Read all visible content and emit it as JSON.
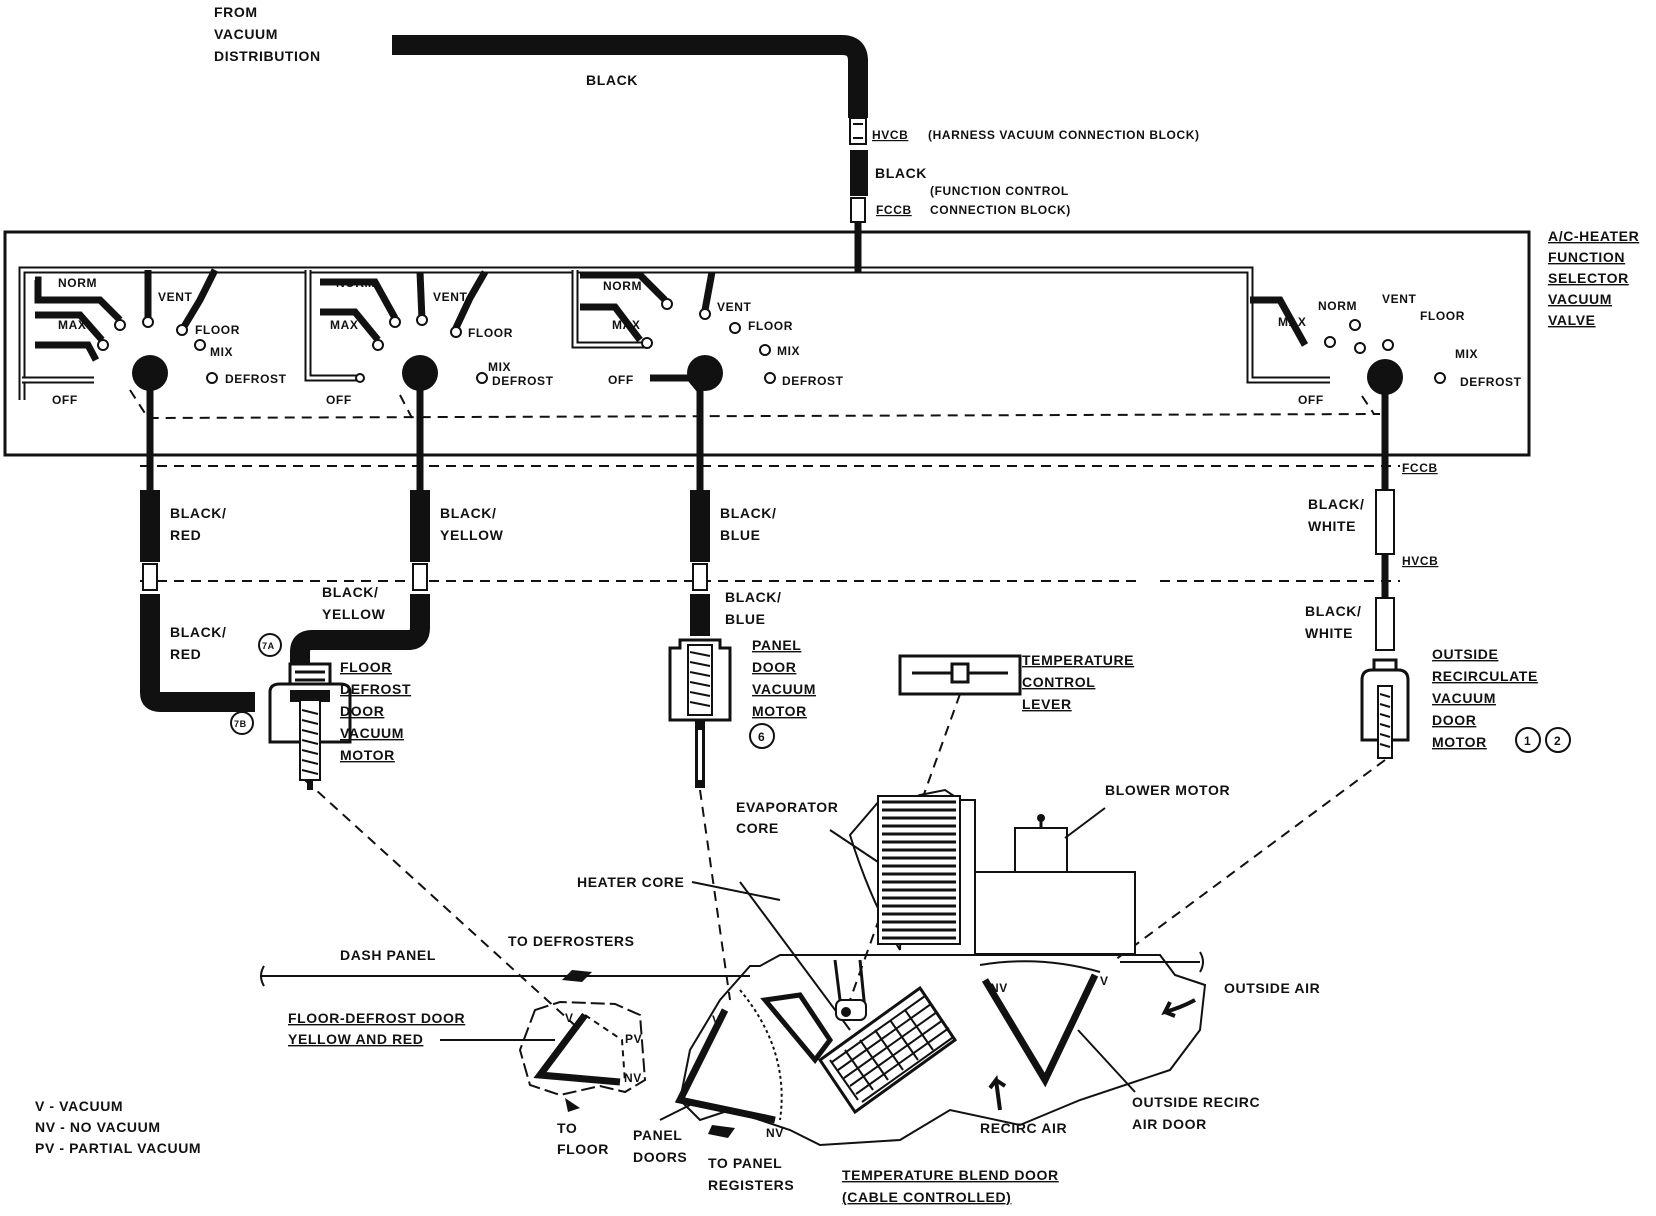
{
  "source": {
    "line1": "FROM",
    "line2": "VACUUM",
    "line3": "DISTRIBUTION"
  },
  "hoses": {
    "main": "BLACK",
    "hvcb_short": "HVCB",
    "hvcb_desc": "(HARNESS VACUUM CONNECTION BLOCK)",
    "black2": "BLACK",
    "fccb_desc1": "(FUNCTION CONTROL",
    "fccb_desc2": "CONNECTION BLOCK)",
    "fccb_short": "FCCB",
    "fccb_right": "FCCB",
    "hvcb_right": "HVCB",
    "red_upper": [
      "BLACK/",
      "RED"
    ],
    "red_lower": [
      "BLACK/",
      "RED"
    ],
    "yellow_upper": [
      "BLACK/",
      "YELLOW"
    ],
    "yellow_lower": [
      "BLACK/",
      "YELLOW"
    ],
    "blue_upper": [
      "BLACK/",
      "BLUE"
    ],
    "blue_lower": [
      "BLACK/",
      "BLUE"
    ],
    "white_upper": [
      "BLACK/",
      "WHITE"
    ],
    "white_lower": [
      "BLACK/",
      "WHITE"
    ]
  },
  "valve": {
    "title": [
      "A/C-HEATER",
      "FUNCTION",
      "SELECTOR",
      "VACUUM",
      "VALVE"
    ],
    "positions": {
      "norm": "NORM",
      "vent": "VENT",
      "max": "MAX",
      "floor": "FLOOR",
      "mix": "MIX",
      "defrost": "DEFROST",
      "off": "OFF"
    }
  },
  "motors": {
    "floor_defrost": [
      "FLOOR",
      "DEFROST",
      "DOOR",
      "VACUUM",
      "MOTOR"
    ],
    "floor_port_a": "7A",
    "floor_port_b": "7B",
    "panel": [
      "PANEL",
      "DOOR",
      "VACUUM",
      "MOTOR"
    ],
    "panel_ref": "6",
    "outside_recirc": [
      "OUTSIDE",
      "RECIRCULATE",
      "VACUUM",
      "DOOR",
      "MOTOR"
    ],
    "outside_ref1": "1",
    "outside_ref2": "2"
  },
  "temperature_lever": [
    "TEMPERATURE",
    "CONTROL",
    "LEVER"
  ],
  "hvac": {
    "blower_motor": "BLOWER MOTOR",
    "evaporator_core": [
      "EVAPORATOR",
      "CORE"
    ],
    "heater_core": "HEATER CORE",
    "dash_panel": "DASH PANEL",
    "to_defrosters": "TO DEFROSTERS",
    "floor_defrost_door": [
      "FLOOR-DEFROST DOOR",
      "YELLOW AND RED"
    ],
    "outside_air": "OUTSIDE AIR",
    "recirc_air": "RECIRC AIR",
    "outside_recirc_door": [
      "OUTSIDE RECIRC",
      "AIR DOOR"
    ],
    "to_floor": [
      "TO",
      "FLOOR"
    ],
    "panel_doors": [
      "PANEL",
      "DOORS"
    ],
    "to_panel_registers": [
      "TO PANEL",
      "REGISTERS"
    ],
    "temp_blend_door": [
      "TEMPERATURE BLEND DOOR",
      "(CABLE CONTROLLED)"
    ],
    "door_v": "V",
    "door_pv": "PV",
    "door_nv": "NV"
  },
  "legend": [
    "V  -  VACUUM",
    "NV  -  NO VACUUM",
    "PV  -  PARTIAL VACUUM"
  ]
}
